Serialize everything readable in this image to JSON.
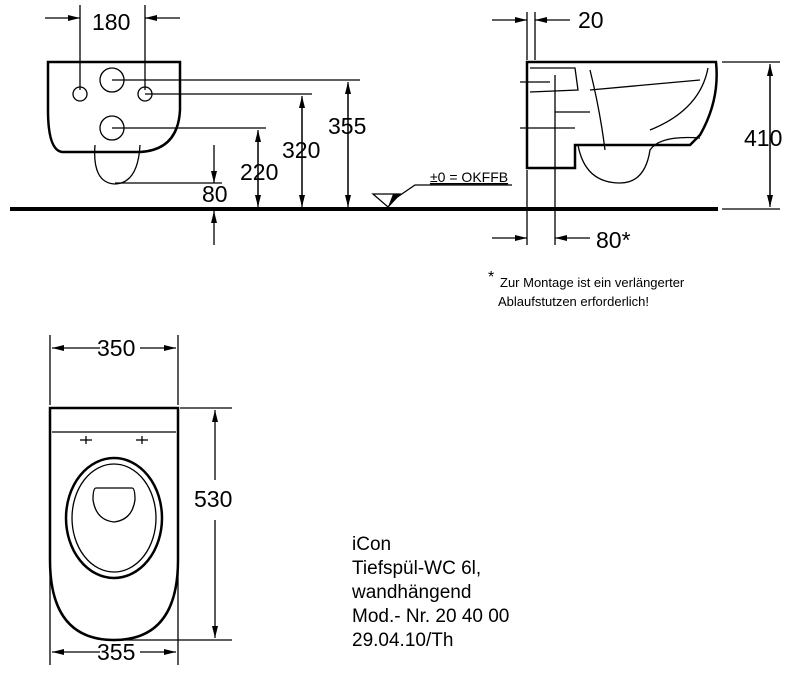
{
  "front_view": {
    "width_between_holes": "180",
    "dim_355": "355",
    "dim_320": "320",
    "dim_220": "220",
    "dim_80": "80"
  },
  "floor_level": {
    "label": "±0 = OKFFB"
  },
  "side_view": {
    "dim_20": "20",
    "dim_410": "410",
    "dim_80_star": "80*"
  },
  "footnote": {
    "star": "*",
    "line1": "Zur Montage ist ein verlängerter",
    "line2": "Ablaufstutzen erforderlich!"
  },
  "plan_view": {
    "dim_350": "350",
    "dim_530": "530",
    "dim_355": "355"
  },
  "product_info": {
    "lines": [
      "iCon",
      "Tiefspül-WC 6l,",
      "wandhängend",
      "Mod.- Nr. 20 40 00",
      "29.04.10/Th"
    ]
  }
}
